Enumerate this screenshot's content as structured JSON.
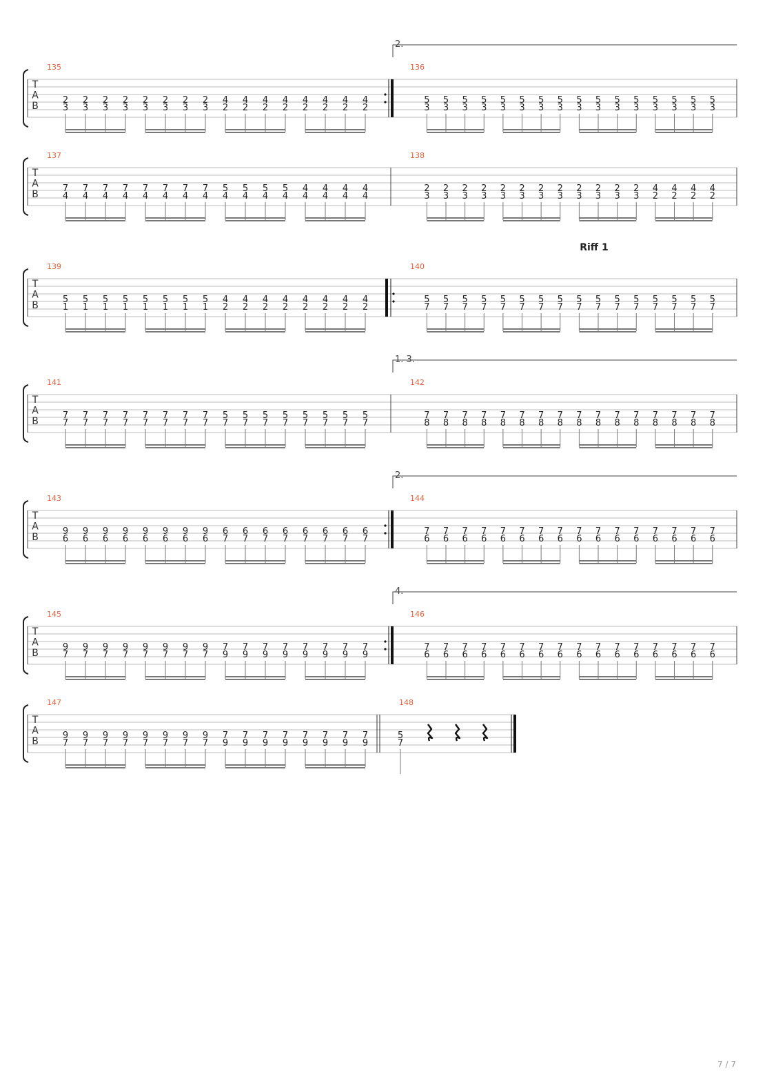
{
  "page": {
    "number_label": "7 / 7"
  },
  "tab_letters": [
    "T",
    "A",
    "B"
  ],
  "systems": [
    {
      "measures": [
        {
          "number": "135",
          "beats": [
            [
              "2",
              "3"
            ],
            [
              "2",
              "3"
            ],
            [
              "2",
              "3"
            ],
            [
              "2",
              "3"
            ],
            [
              "2",
              "3"
            ],
            [
              "2",
              "3"
            ],
            [
              "2",
              "3"
            ],
            [
              "2",
              "3"
            ],
            [
              "4",
              "2"
            ],
            [
              "4",
              "2"
            ],
            [
              "4",
              "2"
            ],
            [
              "4",
              "2"
            ],
            [
              "4",
              "2"
            ],
            [
              "4",
              "2"
            ],
            [
              "4",
              "2"
            ],
            [
              "4",
              "2"
            ]
          ],
          "end_barline": "repeat-end"
        },
        {
          "number": "136",
          "volta": "2.",
          "beats": [
            [
              "5",
              "3"
            ],
            [
              "5",
              "3"
            ],
            [
              "5",
              "3"
            ],
            [
              "5",
              "3"
            ],
            [
              "5",
              "3"
            ],
            [
              "5",
              "3"
            ],
            [
              "5",
              "3"
            ],
            [
              "5",
              "3"
            ],
            [
              "5",
              "3"
            ],
            [
              "5",
              "3"
            ],
            [
              "5",
              "3"
            ],
            [
              "5",
              "3"
            ],
            [
              "5",
              "3"
            ],
            [
              "5",
              "3"
            ],
            [
              "5",
              "3"
            ],
            [
              "5",
              "3"
            ]
          ]
        }
      ]
    },
    {
      "measures": [
        {
          "number": "137",
          "beats": [
            [
              "7",
              "4"
            ],
            [
              "7",
              "4"
            ],
            [
              "7",
              "4"
            ],
            [
              "7",
              "4"
            ],
            [
              "7",
              "4"
            ],
            [
              "7",
              "4"
            ],
            [
              "7",
              "4"
            ],
            [
              "7",
              "4"
            ],
            [
              "5",
              "4"
            ],
            [
              "5",
              "4"
            ],
            [
              "5",
              "4"
            ],
            [
              "5",
              "4"
            ],
            [
              "4",
              "4"
            ],
            [
              "4",
              "4"
            ],
            [
              "4",
              "4"
            ],
            [
              "4",
              "4"
            ]
          ]
        },
        {
          "number": "138",
          "beats": [
            [
              "2",
              "3"
            ],
            [
              "2",
              "3"
            ],
            [
              "2",
              "3"
            ],
            [
              "2",
              "3"
            ],
            [
              "2",
              "3"
            ],
            [
              "2",
              "3"
            ],
            [
              "2",
              "3"
            ],
            [
              "2",
              "3"
            ],
            [
              "2",
              "3"
            ],
            [
              "2",
              "3"
            ],
            [
              "2",
              "3"
            ],
            [
              "2",
              "3"
            ],
            [
              "4",
              "2"
            ],
            [
              "4",
              "2"
            ],
            [
              "4",
              "2"
            ],
            [
              "4",
              "2"
            ]
          ]
        }
      ]
    },
    {
      "measures": [
        {
          "number": "139",
          "beats": [
            [
              "5",
              "1"
            ],
            [
              "5",
              "1"
            ],
            [
              "5",
              "1"
            ],
            [
              "5",
              "1"
            ],
            [
              "5",
              "1"
            ],
            [
              "5",
              "1"
            ],
            [
              "5",
              "1"
            ],
            [
              "5",
              "1"
            ],
            [
              "4",
              "2"
            ],
            [
              "4",
              "2"
            ],
            [
              "4",
              "2"
            ],
            [
              "4",
              "2"
            ],
            [
              "4",
              "2"
            ],
            [
              "4",
              "2"
            ],
            [
              "4",
              "2"
            ],
            [
              "4",
              "2"
            ]
          ]
        },
        {
          "number": "140",
          "section": "Riff 1",
          "start_barline": "repeat-start",
          "beats": [
            [
              "5",
              "7"
            ],
            [
              "5",
              "7"
            ],
            [
              "5",
              "7"
            ],
            [
              "5",
              "7"
            ],
            [
              "5",
              "7"
            ],
            [
              "5",
              "7"
            ],
            [
              "5",
              "7"
            ],
            [
              "5",
              "7"
            ],
            [
              "5",
              "7"
            ],
            [
              "5",
              "7"
            ],
            [
              "5",
              "7"
            ],
            [
              "5",
              "7"
            ],
            [
              "5",
              "7"
            ],
            [
              "5",
              "7"
            ],
            [
              "5",
              "7"
            ],
            [
              "5",
              "7"
            ]
          ]
        }
      ]
    },
    {
      "measures": [
        {
          "number": "141",
          "beats": [
            [
              "7",
              "7"
            ],
            [
              "7",
              "7"
            ],
            [
              "7",
              "7"
            ],
            [
              "7",
              "7"
            ],
            [
              "7",
              "7"
            ],
            [
              "7",
              "7"
            ],
            [
              "7",
              "7"
            ],
            [
              "7",
              "7"
            ],
            [
              "5",
              "7"
            ],
            [
              "5",
              "7"
            ],
            [
              "5",
              "7"
            ],
            [
              "5",
              "7"
            ],
            [
              "5",
              "7"
            ],
            [
              "5",
              "7"
            ],
            [
              "5",
              "7"
            ],
            [
              "5",
              "7"
            ]
          ]
        },
        {
          "number": "142",
          "volta": "1. 3.",
          "beats": [
            [
              "7",
              "8"
            ],
            [
              "7",
              "8"
            ],
            [
              "7",
              "8"
            ],
            [
              "7",
              "8"
            ],
            [
              "7",
              "8"
            ],
            [
              "7",
              "8"
            ],
            [
              "7",
              "8"
            ],
            [
              "7",
              "8"
            ],
            [
              "7",
              "8"
            ],
            [
              "7",
              "8"
            ],
            [
              "7",
              "8"
            ],
            [
              "7",
              "8"
            ],
            [
              "7",
              "8"
            ],
            [
              "7",
              "8"
            ],
            [
              "7",
              "8"
            ],
            [
              "7",
              "8"
            ]
          ]
        }
      ]
    },
    {
      "measures": [
        {
          "number": "143",
          "beats": [
            [
              "9",
              "6"
            ],
            [
              "9",
              "6"
            ],
            [
              "9",
              "6"
            ],
            [
              "9",
              "6"
            ],
            [
              "9",
              "6"
            ],
            [
              "9",
              "6"
            ],
            [
              "9",
              "6"
            ],
            [
              "9",
              "6"
            ],
            [
              "6",
              "7"
            ],
            [
              "6",
              "7"
            ],
            [
              "6",
              "7"
            ],
            [
              "6",
              "7"
            ],
            [
              "6",
              "7"
            ],
            [
              "6",
              "7"
            ],
            [
              "6",
              "7"
            ],
            [
              "6",
              "7"
            ]
          ],
          "end_barline": "repeat-end"
        },
        {
          "number": "144",
          "volta": "2.",
          "beats": [
            [
              "7",
              "6"
            ],
            [
              "7",
              "6"
            ],
            [
              "7",
              "6"
            ],
            [
              "7",
              "6"
            ],
            [
              "7",
              "6"
            ],
            [
              "7",
              "6"
            ],
            [
              "7",
              "6"
            ],
            [
              "7",
              "6"
            ],
            [
              "7",
              "6"
            ],
            [
              "7",
              "6"
            ],
            [
              "7",
              "6"
            ],
            [
              "7",
              "6"
            ],
            [
              "7",
              "6"
            ],
            [
              "7",
              "6"
            ],
            [
              "7",
              "6"
            ],
            [
              "7",
              "6"
            ]
          ]
        }
      ]
    },
    {
      "measures": [
        {
          "number": "145",
          "beats": [
            [
              "9",
              "7"
            ],
            [
              "9",
              "7"
            ],
            [
              "9",
              "7"
            ],
            [
              "9",
              "7"
            ],
            [
              "9",
              "7"
            ],
            [
              "9",
              "7"
            ],
            [
              "9",
              "7"
            ],
            [
              "9",
              "7"
            ],
            [
              "7",
              "9"
            ],
            [
              "7",
              "9"
            ],
            [
              "7",
              "9"
            ],
            [
              "7",
              "9"
            ],
            [
              "7",
              "9"
            ],
            [
              "7",
              "9"
            ],
            [
              "7",
              "9"
            ],
            [
              "7",
              "9"
            ]
          ],
          "end_barline": "repeat-end"
        },
        {
          "number": "146",
          "volta": "4.",
          "beats": [
            [
              "7",
              "6"
            ],
            [
              "7",
              "6"
            ],
            [
              "7",
              "6"
            ],
            [
              "7",
              "6"
            ],
            [
              "7",
              "6"
            ],
            [
              "7",
              "6"
            ],
            [
              "7",
              "6"
            ],
            [
              "7",
              "6"
            ],
            [
              "7",
              "6"
            ],
            [
              "7",
              "6"
            ],
            [
              "7",
              "6"
            ],
            [
              "7",
              "6"
            ],
            [
              "7",
              "6"
            ],
            [
              "7",
              "6"
            ],
            [
              "7",
              "6"
            ],
            [
              "7",
              "6"
            ]
          ]
        }
      ]
    },
    {
      "partial": true,
      "measures": [
        {
          "number": "147",
          "beats": [
            [
              "9",
              "7"
            ],
            [
              "9",
              "7"
            ],
            [
              "9",
              "7"
            ],
            [
              "9",
              "7"
            ],
            [
              "9",
              "7"
            ],
            [
              "9",
              "7"
            ],
            [
              "9",
              "7"
            ],
            [
              "9",
              "7"
            ],
            [
              "7",
              "9"
            ],
            [
              "7",
              "9"
            ],
            [
              "7",
              "9"
            ],
            [
              "7",
              "9"
            ],
            [
              "7",
              "9"
            ],
            [
              "7",
              "9"
            ],
            [
              "7",
              "9"
            ],
            [
              "7",
              "9"
            ]
          ],
          "end_barline": "double"
        },
        {
          "number": "148",
          "beats": [
            [
              "5",
              "7"
            ]
          ],
          "rests": 3,
          "end_barline": "final"
        }
      ]
    }
  ]
}
